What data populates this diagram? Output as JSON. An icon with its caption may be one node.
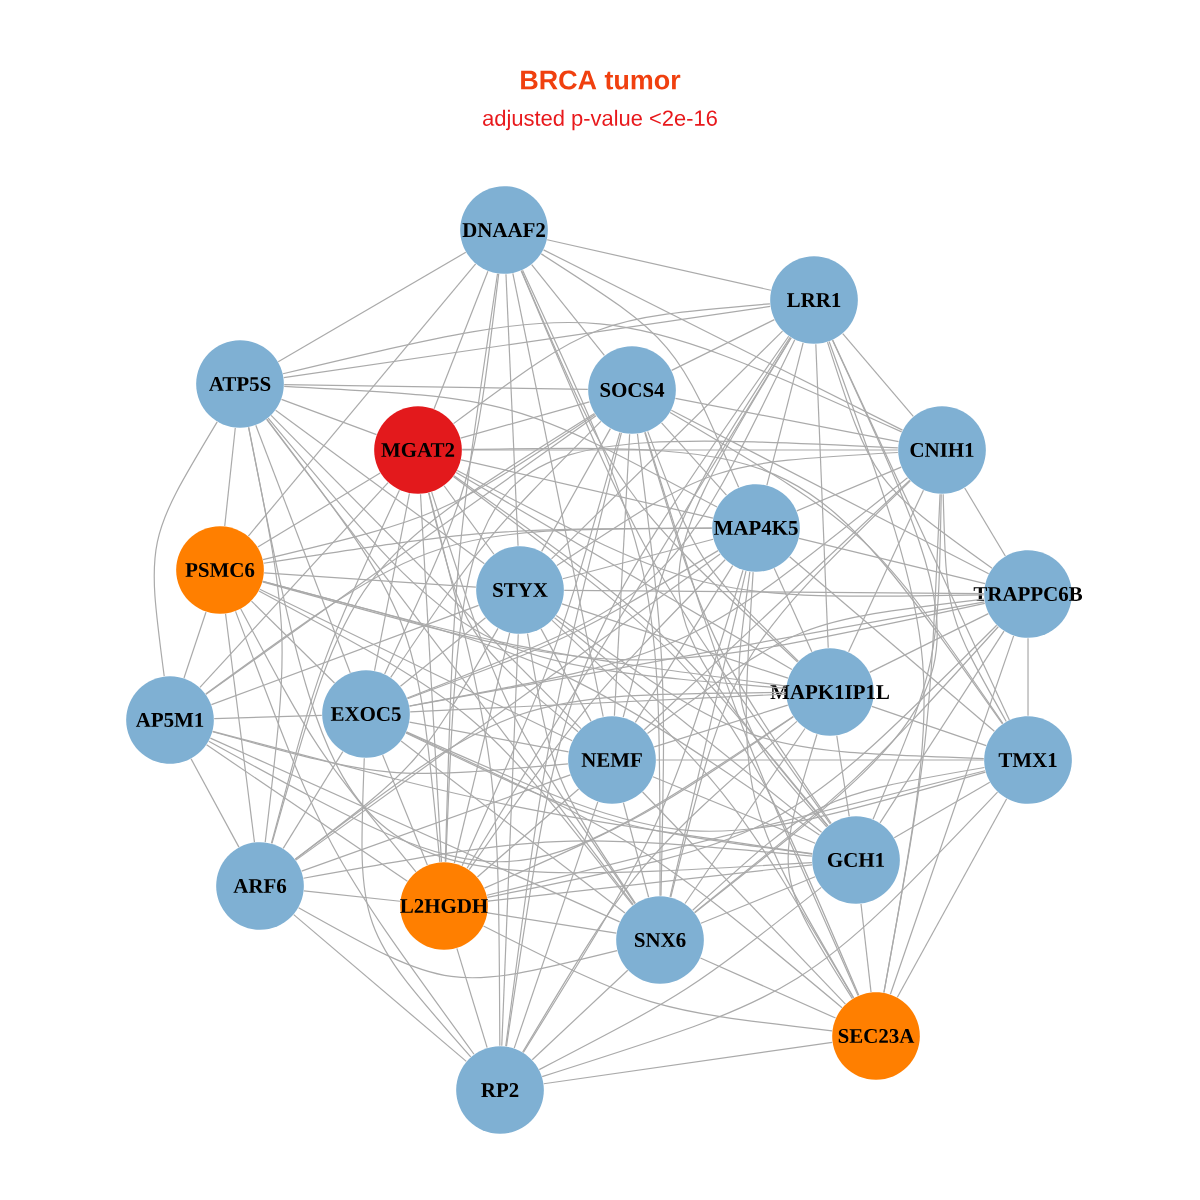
{
  "diagram": {
    "title": "BRCA tumor",
    "labels": [
      "adjusted p-value <2e-16"
    ],
    "nodes": [
      {
        "text": [
          "DNAAF2"
        ]
      },
      {
        "text": [
          "LRR1"
        ]
      },
      {
        "text": [
          "ATP5S"
        ]
      },
      {
        "text": [
          "SOCS4"
        ]
      },
      {
        "text": [
          "MGAT2"
        ]
      },
      {
        "text": [
          "CNIH1"
        ]
      },
      {
        "text": [
          "MAP4K5"
        ]
      },
      {
        "text": [
          "PSMC6"
        ]
      },
      {
        "text": [
          "STYX"
        ]
      },
      {
        "text": [
          "TRAPPC6B"
        ]
      },
      {
        "text": [
          "AP5M1"
        ]
      },
      {
        "text": [
          "EXOC5"
        ]
      },
      {
        "text": [
          "MAPK1IP1L"
        ]
      },
      {
        "text": [
          "NEMF"
        ]
      },
      {
        "text": [
          "TMX1"
        ]
      },
      {
        "text": [
          "GCH1"
        ]
      },
      {
        "text": [
          "ARF6"
        ]
      },
      {
        "text": [
          "L2HGDH"
        ]
      },
      {
        "text": [
          "SNX6"
        ]
      },
      {
        "text": [
          "SEC23A"
        ]
      },
      {
        "text": [
          "RP2"
        ]
      }
    ],
    "edges": [
      {
        "from": 0,
        "to": 1,
        "arrow": "none"
      },
      {
        "from": 0,
        "to": 2,
        "arrow": "none"
      },
      {
        "from": 0,
        "to": 3,
        "arrow": "none"
      },
      {
        "from": 0,
        "to": 4,
        "arrow": "none"
      },
      {
        "from": 0,
        "to": 5,
        "arrow": "none"
      },
      {
        "from": 0,
        "to": 6,
        "arrow": "none"
      },
      {
        "from": 0,
        "to": 7,
        "arrow": "none"
      },
      {
        "from": 0,
        "to": 8,
        "arrow": "none"
      },
      {
        "from": 0,
        "to": 11,
        "arrow": "none"
      },
      {
        "from": 0,
        "to": 12,
        "arrow": "none"
      },
      {
        "from": 0,
        "to": 13,
        "arrow": "none"
      },
      {
        "from": 0,
        "to": 15,
        "arrow": "none"
      },
      {
        "from": 0,
        "to": 17,
        "arrow": "none"
      },
      {
        "from": 0,
        "to": 18,
        "arrow": "none"
      },
      {
        "from": 1,
        "to": 2,
        "arrow": "none"
      },
      {
        "from": 1,
        "to": 3,
        "arrow": "none"
      },
      {
        "from": 1,
        "to": 4,
        "arrow": "none"
      },
      {
        "from": 1,
        "to": 5,
        "arrow": "none"
      },
      {
        "from": 1,
        "to": 6,
        "arrow": "none"
      },
      {
        "from": 1,
        "to": 8,
        "arrow": "none"
      },
      {
        "from": 1,
        "to": 9,
        "arrow": "none"
      },
      {
        "from": 1,
        "to": 11,
        "arrow": "none"
      },
      {
        "from": 1,
        "to": 12,
        "arrow": "none"
      },
      {
        "from": 1,
        "to": 13,
        "arrow": "none"
      },
      {
        "from": 1,
        "to": 14,
        "arrow": "none"
      },
      {
        "from": 1,
        "to": 15,
        "arrow": "none"
      },
      {
        "from": 1,
        "to": 17,
        "arrow": "none"
      },
      {
        "from": 1,
        "to": 18,
        "arrow": "none"
      },
      {
        "from": 1,
        "to": 19,
        "arrow": "none"
      },
      {
        "from": 1,
        "to": 20,
        "arrow": "none"
      },
      {
        "from": 2,
        "to": 3,
        "arrow": "none"
      },
      {
        "from": 2,
        "to": 4,
        "arrow": "none"
      },
      {
        "from": 2,
        "to": 5,
        "arrow": "none"
      },
      {
        "from": 2,
        "to": 6,
        "arrow": "none"
      },
      {
        "from": 2,
        "to": 7,
        "arrow": "none"
      },
      {
        "from": 2,
        "to": 8,
        "arrow": "none"
      },
      {
        "from": 2,
        "to": 10,
        "arrow": "none"
      },
      {
        "from": 2,
        "to": 11,
        "arrow": "none"
      },
      {
        "from": 2,
        "to": 12,
        "arrow": "none"
      },
      {
        "from": 2,
        "to": 13,
        "arrow": "none"
      },
      {
        "from": 2,
        "to": 15,
        "arrow": "none"
      },
      {
        "from": 2,
        "to": 16,
        "arrow": "none"
      },
      {
        "from": 2,
        "to": 17,
        "arrow": "none"
      },
      {
        "from": 2,
        "to": 18,
        "arrow": "none"
      },
      {
        "from": 3,
        "to": 4,
        "arrow": "none"
      },
      {
        "from": 3,
        "to": 5,
        "arrow": "none"
      },
      {
        "from": 3,
        "to": 6,
        "arrow": "none"
      },
      {
        "from": 3,
        "to": 7,
        "arrow": "none"
      },
      {
        "from": 3,
        "to": 8,
        "arrow": "none"
      },
      {
        "from": 3,
        "to": 9,
        "arrow": "none"
      },
      {
        "from": 3,
        "to": 10,
        "arrow": "none"
      },
      {
        "from": 3,
        "to": 11,
        "arrow": "none"
      },
      {
        "from": 3,
        "to": 12,
        "arrow": "none"
      },
      {
        "from": 3,
        "to": 13,
        "arrow": "none"
      },
      {
        "from": 3,
        "to": 14,
        "arrow": "none"
      },
      {
        "from": 3,
        "to": 15,
        "arrow": "none"
      },
      {
        "from": 3,
        "to": 16,
        "arrow": "none"
      },
      {
        "from": 3,
        "to": 17,
        "arrow": "none"
      },
      {
        "from": 3,
        "to": 18,
        "arrow": "none"
      },
      {
        "from": 3,
        "to": 19,
        "arrow": "none"
      },
      {
        "from": 3,
        "to": 20,
        "arrow": "none"
      },
      {
        "from": 4,
        "to": 5,
        "arrow": "none"
      },
      {
        "from": 4,
        "to": 6,
        "arrow": "none"
      },
      {
        "from": 4,
        "to": 7,
        "arrow": "none"
      },
      {
        "from": 4,
        "to": 8,
        "arrow": "none"
      },
      {
        "from": 4,
        "to": 9,
        "arrow": "none"
      },
      {
        "from": 4,
        "to": 10,
        "arrow": "none"
      },
      {
        "from": 4,
        "to": 11,
        "arrow": "none"
      },
      {
        "from": 4,
        "to": 12,
        "arrow": "none"
      },
      {
        "from": 4,
        "to": 13,
        "arrow": "none"
      },
      {
        "from": 4,
        "to": 14,
        "arrow": "none"
      },
      {
        "from": 4,
        "to": 15,
        "arrow": "none"
      },
      {
        "from": 4,
        "to": 16,
        "arrow": "none"
      },
      {
        "from": 4,
        "to": 17,
        "arrow": "none"
      },
      {
        "from": 4,
        "to": 18,
        "arrow": "none"
      },
      {
        "from": 4,
        "to": 19,
        "arrow": "none"
      },
      {
        "from": 4,
        "to": 20,
        "arrow": "none"
      },
      {
        "from": 5,
        "to": 6,
        "arrow": "none"
      },
      {
        "from": 5,
        "to": 8,
        "arrow": "none"
      },
      {
        "from": 5,
        "to": 9,
        "arrow": "none"
      },
      {
        "from": 5,
        "to": 11,
        "arrow": "none"
      },
      {
        "from": 5,
        "to": 12,
        "arrow": "none"
      },
      {
        "from": 5,
        "to": 13,
        "arrow": "none"
      },
      {
        "from": 5,
        "to": 14,
        "arrow": "none"
      },
      {
        "from": 5,
        "to": 15,
        "arrow": "none"
      },
      {
        "from": 5,
        "to": 17,
        "arrow": "none"
      },
      {
        "from": 5,
        "to": 18,
        "arrow": "none"
      },
      {
        "from": 5,
        "to": 19,
        "arrow": "none"
      },
      {
        "from": 6,
        "to": 7,
        "arrow": "none"
      },
      {
        "from": 6,
        "to": 8,
        "arrow": "none"
      },
      {
        "from": 6,
        "to": 9,
        "arrow": "none"
      },
      {
        "from": 6,
        "to": 10,
        "arrow": "none"
      },
      {
        "from": 6,
        "to": 11,
        "arrow": "none"
      },
      {
        "from": 6,
        "to": 12,
        "arrow": "none"
      },
      {
        "from": 6,
        "to": 13,
        "arrow": "none"
      },
      {
        "from": 6,
        "to": 14,
        "arrow": "none"
      },
      {
        "from": 6,
        "to": 15,
        "arrow": "none"
      },
      {
        "from": 6,
        "to": 16,
        "arrow": "none"
      },
      {
        "from": 6,
        "to": 17,
        "arrow": "none"
      },
      {
        "from": 6,
        "to": 18,
        "arrow": "none"
      },
      {
        "from": 6,
        "to": 19,
        "arrow": "none"
      },
      {
        "from": 6,
        "to": 20,
        "arrow": "none"
      },
      {
        "from": 7,
        "to": 8,
        "arrow": "none"
      },
      {
        "from": 7,
        "to": 9,
        "arrow": "none"
      },
      {
        "from": 7,
        "to": 10,
        "arrow": "none"
      },
      {
        "from": 7,
        "to": 11,
        "arrow": "none"
      },
      {
        "from": 7,
        "to": 12,
        "arrow": "none"
      },
      {
        "from": 7,
        "to": 13,
        "arrow": "none"
      },
      {
        "from": 7,
        "to": 15,
        "arrow": "none"
      },
      {
        "from": 7,
        "to": 16,
        "arrow": "none"
      },
      {
        "from": 7,
        "to": 17,
        "arrow": "none"
      },
      {
        "from": 7,
        "to": 18,
        "arrow": "none"
      },
      {
        "from": 7,
        "to": 20,
        "arrow": "none"
      },
      {
        "from": 8,
        "to": 9,
        "arrow": "none"
      },
      {
        "from": 8,
        "to": 10,
        "arrow": "none"
      },
      {
        "from": 8,
        "to": 11,
        "arrow": "none"
      },
      {
        "from": 8,
        "to": 12,
        "arrow": "none"
      },
      {
        "from": 8,
        "to": 13,
        "arrow": "none"
      },
      {
        "from": 8,
        "to": 14,
        "arrow": "none"
      },
      {
        "from": 8,
        "to": 15,
        "arrow": "none"
      },
      {
        "from": 8,
        "to": 16,
        "arrow": "none"
      },
      {
        "from": 8,
        "to": 17,
        "arrow": "none"
      },
      {
        "from": 8,
        "to": 18,
        "arrow": "none"
      },
      {
        "from": 8,
        "to": 19,
        "arrow": "none"
      },
      {
        "from": 8,
        "to": 20,
        "arrow": "none"
      },
      {
        "from": 9,
        "to": 11,
        "arrow": "none"
      },
      {
        "from": 9,
        "to": 12,
        "arrow": "none"
      },
      {
        "from": 9,
        "to": 13,
        "arrow": "none"
      },
      {
        "from": 9,
        "to": 14,
        "arrow": "none"
      },
      {
        "from": 9,
        "to": 15,
        "arrow": "none"
      },
      {
        "from": 9,
        "to": 17,
        "arrow": "none"
      },
      {
        "from": 9,
        "to": 18,
        "arrow": "none"
      },
      {
        "from": 9,
        "to": 19,
        "arrow": "none"
      },
      {
        "from": 10,
        "to": 11,
        "arrow": "none"
      },
      {
        "from": 10,
        "to": 12,
        "arrow": "none"
      },
      {
        "from": 10,
        "to": 13,
        "arrow": "none"
      },
      {
        "from": 10,
        "to": 15,
        "arrow": "none"
      },
      {
        "from": 10,
        "to": 16,
        "arrow": "none"
      },
      {
        "from": 10,
        "to": 17,
        "arrow": "none"
      },
      {
        "from": 10,
        "to": 18,
        "arrow": "none"
      },
      {
        "from": 11,
        "to": 12,
        "arrow": "none"
      },
      {
        "from": 11,
        "to": 13,
        "arrow": "none"
      },
      {
        "from": 11,
        "to": 14,
        "arrow": "none"
      },
      {
        "from": 11,
        "to": 15,
        "arrow": "none"
      },
      {
        "from": 11,
        "to": 16,
        "arrow": "none"
      },
      {
        "from": 11,
        "to": 17,
        "arrow": "none"
      },
      {
        "from": 11,
        "to": 18,
        "arrow": "none"
      },
      {
        "from": 11,
        "to": 19,
        "arrow": "none"
      },
      {
        "from": 11,
        "to": 20,
        "arrow": "none"
      },
      {
        "from": 12,
        "to": 13,
        "arrow": "none"
      },
      {
        "from": 12,
        "to": 14,
        "arrow": "none"
      },
      {
        "from": 12,
        "to": 15,
        "arrow": "none"
      },
      {
        "from": 12,
        "to": 16,
        "arrow": "none"
      },
      {
        "from": 12,
        "to": 17,
        "arrow": "none"
      },
      {
        "from": 12,
        "to": 18,
        "arrow": "none"
      },
      {
        "from": 12,
        "to": 19,
        "arrow": "none"
      },
      {
        "from": 12,
        "to": 20,
        "arrow": "none"
      },
      {
        "from": 13,
        "to": 14,
        "arrow": "none"
      },
      {
        "from": 13,
        "to": 15,
        "arrow": "none"
      },
      {
        "from": 13,
        "to": 16,
        "arrow": "none"
      },
      {
        "from": 13,
        "to": 17,
        "arrow": "none"
      },
      {
        "from": 13,
        "to": 18,
        "arrow": "none"
      },
      {
        "from": 13,
        "to": 19,
        "arrow": "none"
      },
      {
        "from": 13,
        "to": 20,
        "arrow": "none"
      },
      {
        "from": 14,
        "to": 15,
        "arrow": "none"
      },
      {
        "from": 14,
        "to": 17,
        "arrow": "none"
      },
      {
        "from": 14,
        "to": 18,
        "arrow": "none"
      },
      {
        "from": 14,
        "to": 19,
        "arrow": "none"
      },
      {
        "from": 14,
        "to": 20,
        "arrow": "none"
      },
      {
        "from": 15,
        "to": 16,
        "arrow": "none"
      },
      {
        "from": 15,
        "to": 17,
        "arrow": "none"
      },
      {
        "from": 15,
        "to": 18,
        "arrow": "none"
      },
      {
        "from": 15,
        "to": 19,
        "arrow": "none"
      },
      {
        "from": 15,
        "to": 20,
        "arrow": "none"
      },
      {
        "from": 16,
        "to": 17,
        "arrow": "none"
      },
      {
        "from": 16,
        "to": 18,
        "arrow": "none"
      },
      {
        "from": 16,
        "to": 20,
        "arrow": "none"
      },
      {
        "from": 17,
        "to": 18,
        "arrow": "none"
      },
      {
        "from": 17,
        "to": 19,
        "arrow": "none"
      },
      {
        "from": 17,
        "to": 20,
        "arrow": "none"
      },
      {
        "from": 18,
        "to": 19,
        "arrow": "none"
      },
      {
        "from": 18,
        "to": 20,
        "arrow": "none"
      },
      {
        "from": 19,
        "to": 20,
        "arrow": "none"
      }
    ]
  }
}
